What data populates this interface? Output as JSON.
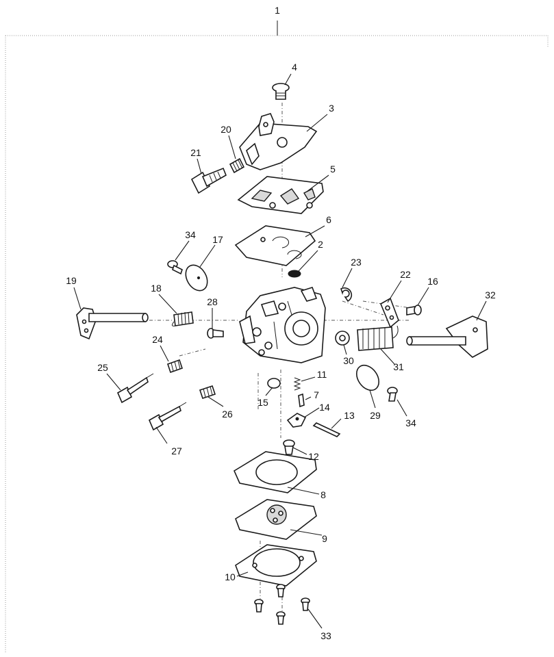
{
  "callouts": {
    "c1": "1",
    "c2": "2",
    "c3": "3",
    "c4": "4",
    "c5": "5",
    "c6": "6",
    "c7": "7",
    "c8": "8",
    "c9": "9",
    "c10": "10",
    "c11": "11",
    "c12": "12",
    "c13": "13",
    "c14": "14",
    "c15": "15",
    "c16": "16",
    "c17": "17",
    "c18": "18",
    "c19": "19",
    "c20": "20",
    "c21": "21",
    "c22": "22",
    "c23": "23",
    "c24": "24",
    "c25": "25",
    "c26": "26",
    "c27": "27",
    "c28": "28",
    "c29": "29",
    "c30": "30",
    "c31": "31",
    "c32": "32",
    "c33": "33",
    "c34a": "34",
    "c34b": "34"
  }
}
